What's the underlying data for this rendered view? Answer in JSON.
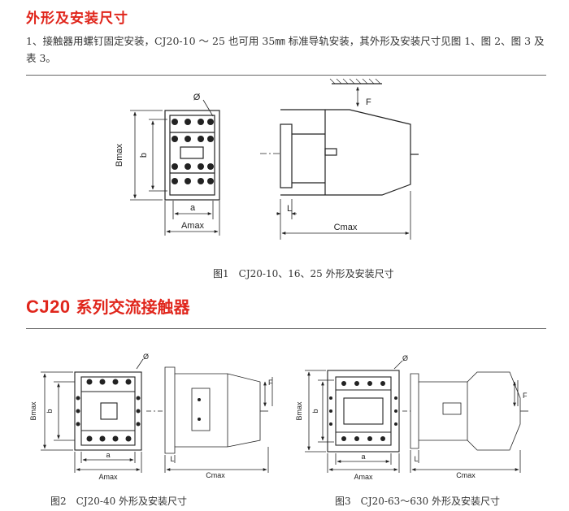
{
  "section1": {
    "title": "外形及安装尺寸",
    "paragraph": "1、接触器用螺钉固定安装，CJ20-10 ～ 25 也可用 35㎜ 标准导轨安装，其外形及安装尺寸见图 1、图 2、图 3 及表 3。"
  },
  "section2": {
    "title_model": "CJ20",
    "title_text": " 系列交流接触器"
  },
  "figures": [
    {
      "caption": "图1　CJ20-10、16、25 外形及安装尺寸",
      "labels": {
        "phi": "Ø",
        "bmax": "Bmax",
        "b": "b",
        "a": "a",
        "amax": "Amax",
        "f": "F",
        "l": "L",
        "cmax": "Cmax"
      }
    },
    {
      "caption": "图2　CJ20-40 外形及安装尺寸",
      "labels": {
        "phi": "Ø",
        "bmax": "Bmax",
        "b": "b",
        "a": "a",
        "amax": "Amax",
        "f": "F",
        "l": "L",
        "cmax": "Cmax"
      }
    },
    {
      "caption": "图3　CJ20-63～630 外形及安装尺寸",
      "labels": {
        "phi": "Ø",
        "bmax": "Bmax",
        "b": "b",
        "a": "a",
        "amax": "Amax",
        "f": "F",
        "l": "L",
        "cmax": "Cmax"
      }
    }
  ]
}
